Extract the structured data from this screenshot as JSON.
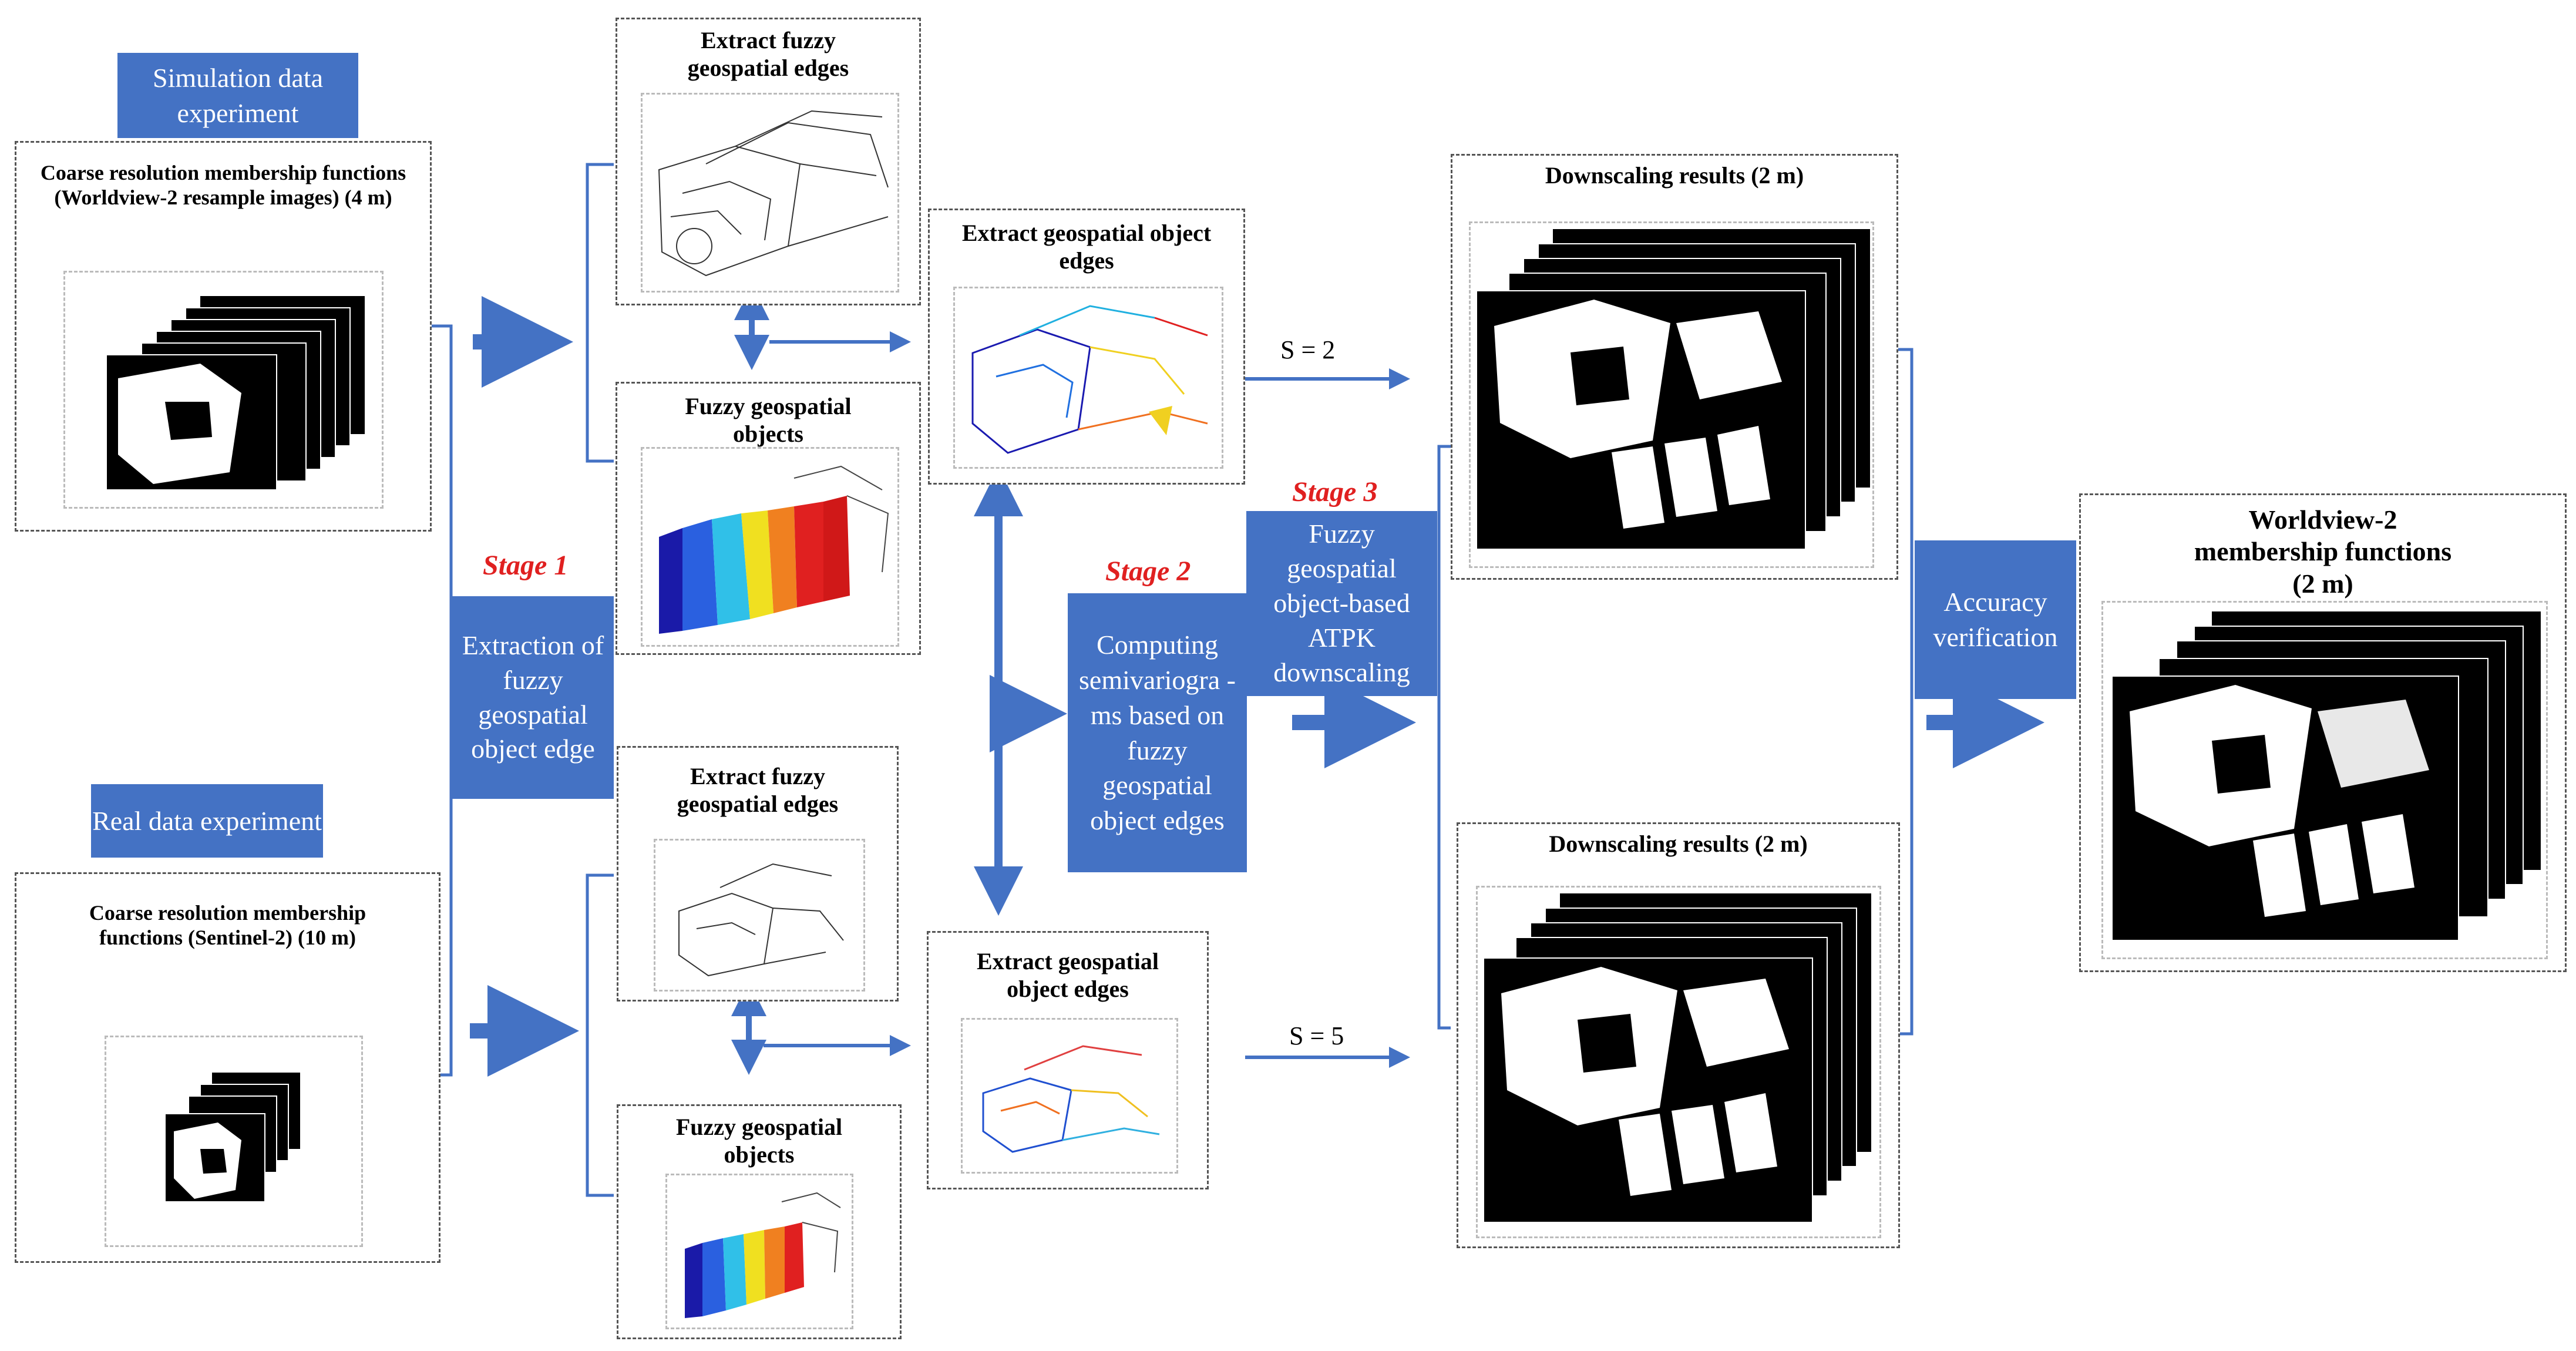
{
  "colors": {
    "accent": "#4472c4",
    "stage": "#e02020"
  },
  "sim": {
    "label": "Simulation data experiment",
    "title": "Coarse resolution membership  functions (Worldview-2 resample images) (4 m)"
  },
  "real": {
    "label": "Real data experiment",
    "title": "Coarse resolution membership  functions (Sentinel-2) (10 m)"
  },
  "stage1": {
    "tag": "Stage 1",
    "text": "Extraction of fuzzy geospatial object edge"
  },
  "stage2": {
    "tag": "Stage 2",
    "text": "Computing semivariogra -ms based on fuzzy geospatial object edges"
  },
  "stage3": {
    "tag": "Stage 3",
    "text": "Fuzzy geospatial object-based ATPK downscaling"
  },
  "top": {
    "fuzzy_edges": "Extract fuzzy geospatial edges",
    "fuzzy_objects": "Fuzzy geospatial objects",
    "object_edges": "Extract geospatial object edges",
    "scale": "S = 2",
    "results": "Downscaling results (2 m)"
  },
  "bottom": {
    "fuzzy_edges": "Extract fuzzy geospatial edges",
    "fuzzy_objects": "Fuzzy geospatial objects",
    "object_edges": "Extract geospatial object edges",
    "scale": "S = 5",
    "results": "Downscaling results (2 m)"
  },
  "accuracy": {
    "text": "Accuracy verification"
  },
  "final": {
    "title": "Worldview-2 membership functions (2 m)"
  }
}
